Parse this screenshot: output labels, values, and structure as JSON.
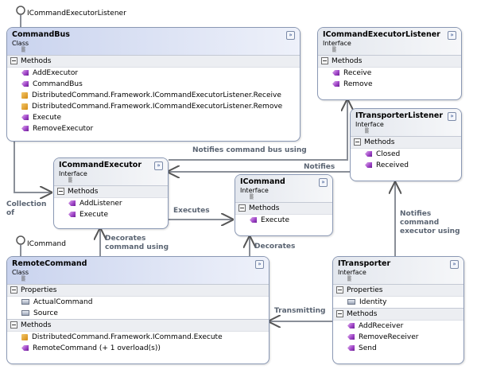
{
  "interfaces_top": {
    "commandbus_lollipop": "ICommandExecutorListener",
    "remotecommand_lollipop": "ICommand"
  },
  "boxes": {
    "commandbus": {
      "title": "CommandBus",
      "stereo": "Class",
      "hint": "▒",
      "sections": [
        {
          "name": "Methods",
          "members": [
            "AddExecutor",
            "CommandBus",
            "DistributedCommand.Framework.ICommandExecutorListener.Receive",
            "DistributedCommand.Framework.ICommandExecutorListener.Remove",
            "Execute",
            "RemoveExecutor"
          ]
        }
      ]
    },
    "icommandexecutorlistener": {
      "title": "ICommandExecutorListener",
      "stereo": "Interface",
      "hint": "▒",
      "sections": [
        {
          "name": "Methods",
          "members": [
            "Receive",
            "Remove"
          ]
        }
      ]
    },
    "itransporterlistener": {
      "title": "ITransporterListener",
      "stereo": "Interface",
      "hint": "▒",
      "sections": [
        {
          "name": "Methods",
          "members": [
            "Closed",
            "Received"
          ]
        }
      ]
    },
    "icommandexecutor": {
      "title": "ICommandExecutor",
      "stereo": "Interface",
      "hint": "▒",
      "sections": [
        {
          "name": "Methods",
          "members": [
            "AddListener",
            "Execute"
          ]
        }
      ]
    },
    "icommand": {
      "title": "ICommand",
      "stereo": "Interface",
      "hint": "▒",
      "sections": [
        {
          "name": "Methods",
          "members": [
            "Execute"
          ]
        }
      ]
    },
    "remotecommand": {
      "title": "RemoteCommand",
      "stereo": "Class",
      "hint": "▒",
      "properties": [
        "ActualCommand",
        "Source"
      ],
      "properties_label": "Properties",
      "methods_label": "Methods",
      "methods": [
        "DistributedCommand.Framework.ICommand.Execute",
        "RemoteCommand (+ 1 overload(s))"
      ]
    },
    "itransporter": {
      "title": "ITransporter",
      "stereo": "Interface",
      "hint": "▒",
      "properties": [
        "Identity"
      ],
      "properties_label": "Properties",
      "methods_label": "Methods",
      "methods": [
        "AddReceiver",
        "RemoveReceiver",
        "Send"
      ]
    }
  },
  "labels": {
    "notifies_bus": "Notifies command bus using",
    "notifies": "Notifies",
    "collection_of_1": "Collection",
    "collection_of_2": "of",
    "executes": "Executes",
    "decorates_using_1": "Decorates",
    "decorates_using_2": "command using",
    "decorates": "Decorates",
    "transmitting": "Transmitting",
    "notifies_exec_1": "Notifies",
    "notifies_exec_2": "command",
    "notifies_exec_3": "executor using"
  },
  "collapse_glyph": "»"
}
